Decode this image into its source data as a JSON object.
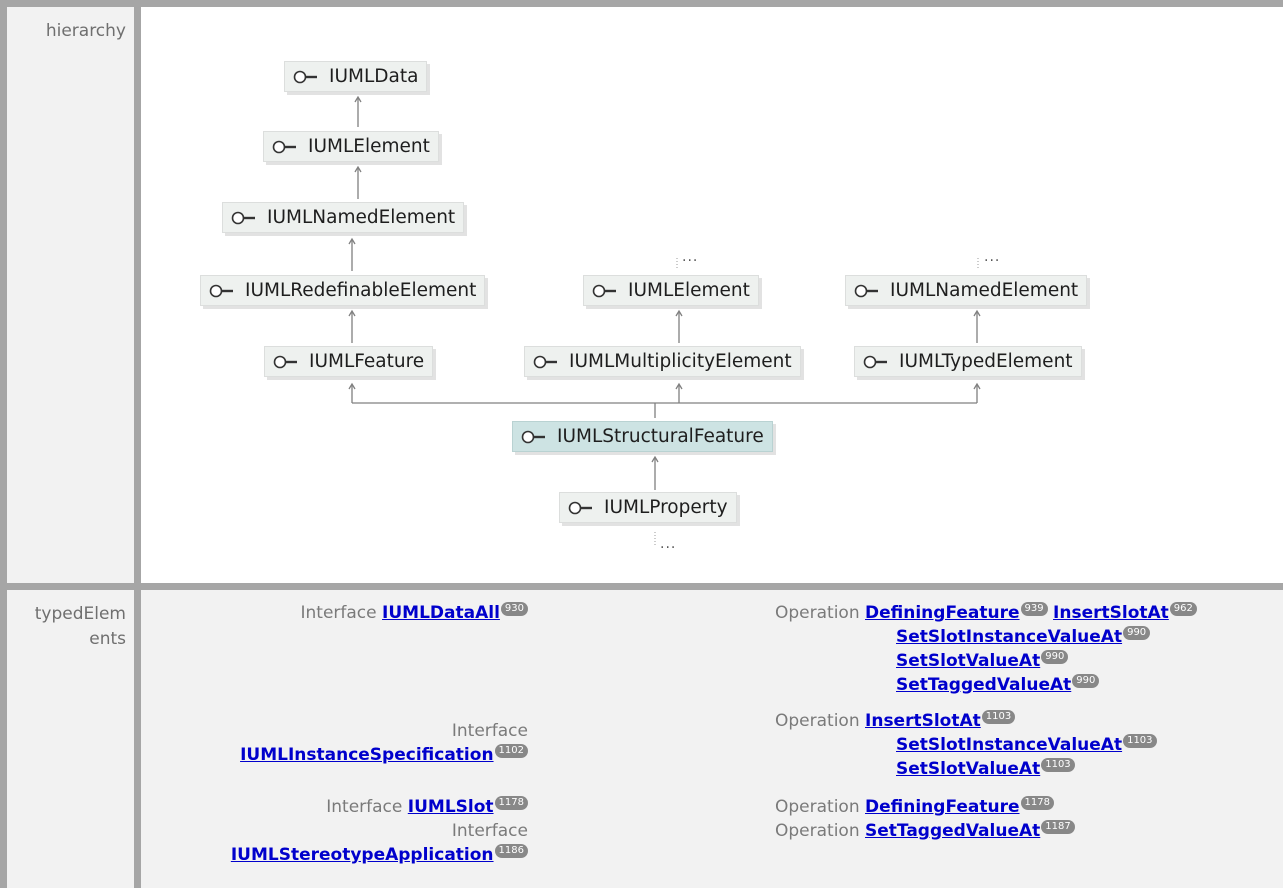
{
  "rows": {
    "hierarchy_label": "hierarchy",
    "typed_elements_label_line1": "typedElem",
    "typed_elements_label_line2": "ents"
  },
  "hierarchy": {
    "nodes": [
      {
        "id": "n1",
        "label": "IUMLData",
        "selected": false
      },
      {
        "id": "n2",
        "label": "IUMLElement",
        "selected": false
      },
      {
        "id": "n3",
        "label": "IUMLNamedElement",
        "selected": false
      },
      {
        "id": "n4",
        "label": "IUMLRedefinableElement",
        "selected": false
      },
      {
        "id": "n5",
        "label": "IUMLFeature",
        "selected": false
      },
      {
        "id": "n6",
        "label": "IUMLElement",
        "selected": false
      },
      {
        "id": "n7",
        "label": "IUMLMultiplicityElement",
        "selected": false
      },
      {
        "id": "n8",
        "label": "IUMLNamedElement",
        "selected": false
      },
      {
        "id": "n9",
        "label": "IUMLTypedElement",
        "selected": false
      },
      {
        "id": "n10",
        "label": "IUMLStructuralFeature",
        "selected": true
      },
      {
        "id": "n11",
        "label": "IUMLProperty",
        "selected": false
      }
    ],
    "more": "...",
    "icon": "interface-lollipop-icon",
    "colors": {
      "node_bg": "#eef1ef",
      "selected_bg": "#cde3e3",
      "connector": "#808080"
    }
  },
  "typed_elements": {
    "left": [
      {
        "kind": "Interface",
        "name": "IUMLDataAll",
        "badge": "930"
      },
      {
        "kind": "Interface",
        "name": "IUMLInstanceSpecification",
        "badge": "1102"
      },
      {
        "kind": "Interface",
        "name": "IUMLSlot",
        "badge": "1178"
      },
      {
        "kind": "Interface",
        "name": "IUMLStereotypeApplication",
        "badge": "1186"
      }
    ],
    "right": [
      {
        "kind": "Operation",
        "items": [
          {
            "name": "DefiningFeature",
            "badge": "939"
          },
          {
            "name": "InsertSlotAt",
            "badge": "962"
          },
          {
            "name": "SetSlotInstanceValueAt",
            "badge": "990"
          },
          {
            "name": "SetSlotValueAt",
            "badge": "990"
          },
          {
            "name": "SetTaggedValueAt",
            "badge": "990"
          }
        ]
      },
      {
        "kind": "Operation",
        "items": [
          {
            "name": "InsertSlotAt",
            "badge": "1103"
          },
          {
            "name": "SetSlotInstanceValueAt",
            "badge": "1103"
          },
          {
            "name": "SetSlotValueAt",
            "badge": "1103"
          }
        ]
      },
      {
        "kind": "Operation",
        "items": [
          {
            "name": "DefiningFeature",
            "badge": "1178"
          }
        ]
      },
      {
        "kind": "Operation",
        "items": [
          {
            "name": "SetTaggedValueAt",
            "badge": "1187"
          }
        ]
      }
    ]
  }
}
